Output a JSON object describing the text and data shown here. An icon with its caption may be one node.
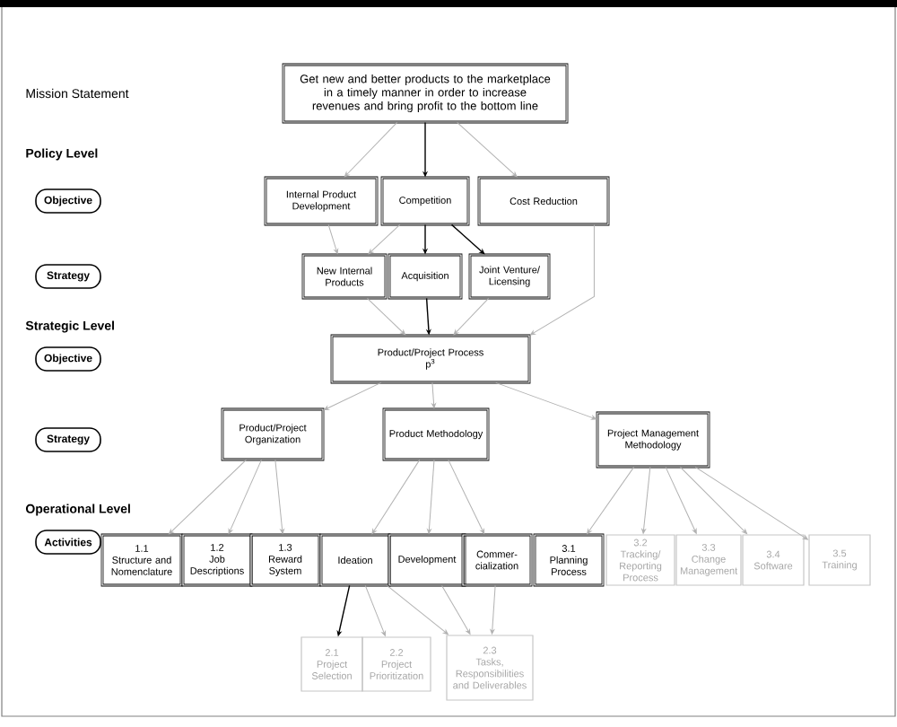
{
  "diagram": {
    "nodes": [
      {
        "text": [
          "Objective"
        ]
      },
      {
        "text": [
          "Strategy"
        ]
      },
      {
        "text": [
          "Objective"
        ]
      },
      {
        "text": [
          "Strategy"
        ]
      },
      {
        "text": [
          "Activities"
        ]
      },
      {
        "text": [
          "Get new and better products to the marketplace in a timely manner in order to increase revenues and bring profit to the bottom line"
        ]
      },
      {
        "text": [
          "Internal Product Development"
        ]
      },
      {
        "text": [
          "Competition"
        ]
      },
      {
        "text": [
          "Cost Reduction"
        ]
      },
      {
        "text": [
          "New Internal Products"
        ]
      },
      {
        "text": [
          "Acquisition"
        ]
      },
      {
        "text": [
          "Joint Venture/ Licensing"
        ]
      },
      {
        "text": [
          "Product/Project Process",
          "p$^{3}$"
        ]
      },
      {
        "text": [
          "Product/Project Organization"
        ]
      },
      {
        "text": [
          "Product Methodology"
        ]
      },
      {
        "text": [
          "Project Management Methodology"
        ]
      },
      {
        "text": [
          "1.1",
          "Structure and Nomenclature"
        ]
      },
      {
        "text": [
          "1.2",
          "Job Descriptions"
        ]
      },
      {
        "text": [
          "1.3",
          "Reward System"
        ]
      },
      {
        "text": [
          "Ideation"
        ]
      },
      {
        "text": [
          "Development"
        ]
      },
      {
        "text": [
          "Commer- cialization"
        ]
      },
      {
        "text": [
          "3.1",
          "Planning Process"
        ]
      },
      {
        "text": [
          "3.2",
          "Tracking/ Reporting Process"
        ]
      },
      {
        "text": [
          "3.3",
          "Change Management"
        ]
      },
      {
        "text": [
          "3.4",
          "Software"
        ]
      },
      {
        "text": [
          "3.5",
          "Training"
        ]
      },
      {
        "text": [
          "2.1",
          "Project Selection"
        ]
      },
      {
        "text": [
          "2.2",
          "Project Prioritization"
        ]
      },
      {
        "text": [
          "2.3",
          "Tasks, Responsibilities and Deliverables"
        ]
      }
    ],
    "edges": [
      {
        "from": 5,
        "to": 6,
        "arrow": "to"
      },
      {
        "from": 5,
        "to": 7,
        "arrow": "to",
        "color": "#000000"
      },
      {
        "from": 5,
        "to": 8,
        "arrow": "to"
      },
      {
        "from": 6,
        "to": 9,
        "arrow": "to"
      },
      {
        "from": 7,
        "to": 9,
        "arrow": "to"
      },
      {
        "from": 7,
        "to": 10,
        "arrow": "to",
        "color": "#000000"
      },
      {
        "from": 7,
        "to": 11,
        "arrow": "to",
        "color": "#000000"
      },
      {
        "from": 9,
        "to": 12,
        "arrow": "to"
      },
      {
        "from": 10,
        "to": 12,
        "arrow": "to",
        "color": "#000000"
      },
      {
        "from": 11,
        "to": 12,
        "arrow": "to"
      },
      {
        "from": 8,
        "to": 12,
        "arrow": "to"
      },
      {
        "from": 12,
        "to": 13,
        "arrow": "to"
      },
      {
        "from": 12,
        "to": 14,
        "arrow": "to"
      },
      {
        "from": 12,
        "to": 15,
        "arrow": "to"
      },
      {
        "from": 13,
        "to": 16,
        "arrow": "to"
      },
      {
        "from": 13,
        "to": 17,
        "arrow": "to"
      },
      {
        "from": 13,
        "to": 18,
        "arrow": "to"
      },
      {
        "from": 14,
        "to": 19,
        "arrow": "to"
      },
      {
        "from": 14,
        "to": 20,
        "arrow": "to"
      },
      {
        "from": 14,
        "to": 21,
        "arrow": "to"
      },
      {
        "from": 15,
        "to": 22,
        "arrow": "to"
      },
      {
        "from": 15,
        "to": 23,
        "arrow": "to"
      },
      {
        "from": 15,
        "to": 24,
        "arrow": "to"
      },
      {
        "from": 15,
        "to": 25,
        "arrow": "to"
      },
      {
        "from": 15,
        "to": 26,
        "arrow": "to"
      },
      {
        "from": 19,
        "to": 27,
        "arrow": "to",
        "color": "#000000"
      },
      {
        "from": 19,
        "to": 28,
        "arrow": "to"
      },
      {
        "from": 19,
        "to": 29,
        "arrow": "to"
      },
      {
        "from": 20,
        "to": 29,
        "arrow": "to"
      },
      {
        "from": 21,
        "to": 29,
        "arrow": "to"
      }
    ],
    "labels": [
      "Mission Statement",
      "Policy Level",
      "Strategic Level",
      "Operational Level"
    ]
  }
}
